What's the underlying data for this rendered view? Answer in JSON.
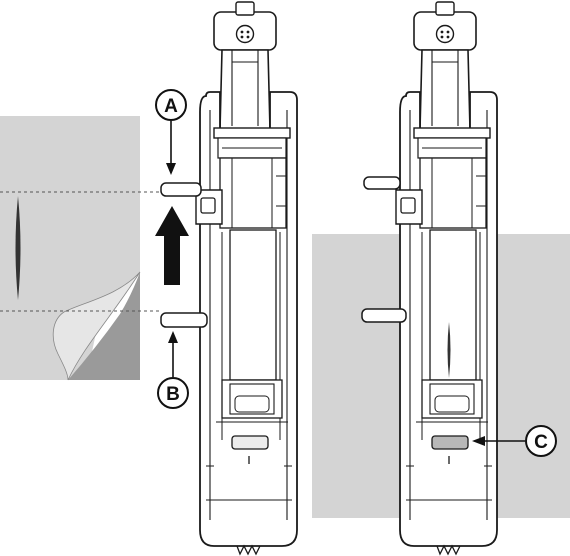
{
  "callouts": {
    "a": {
      "label": "A"
    },
    "b": {
      "label": "B"
    },
    "c": {
      "label": "C"
    }
  },
  "colors": {
    "fabric": "#d4d4d4",
    "fabric_fold": "#e4e4e4",
    "fabric_fold_shadow": "#9a9a9a",
    "outline": "#1a1a1a",
    "foot_body": "#ffffff",
    "slot": "#ececec",
    "slot_shaded": "#b8b8b8",
    "arrow_fill": "#111111"
  },
  "icons": {
    "direction_arrow": "arrow-up-icon",
    "pointer_arrow": "pointer-arrow-icon"
  }
}
